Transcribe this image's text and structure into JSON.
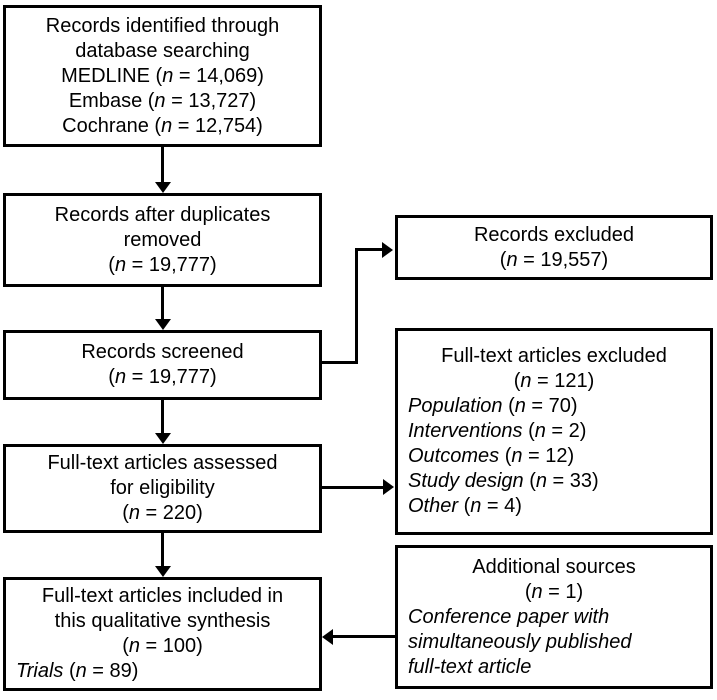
{
  "colors": {
    "line": "#000000",
    "text": "#000000",
    "background": "#ffffff"
  },
  "boxes": {
    "identified": {
      "plain": [
        "Records identified through",
        "database searching"
      ],
      "counts": [
        {
          "pre": "MEDLINE (",
          "n": "n",
          "post": " = 14,069)"
        },
        {
          "pre": "Embase (",
          "n": "n",
          "post": " = 13,727)"
        },
        {
          "pre": "Cochrane (",
          "n": "n",
          "post": " = 12,754)"
        }
      ]
    },
    "duplicates": {
      "plain": [
        "Records after duplicates",
        "removed"
      ],
      "count": {
        "pre": "(",
        "n": "n",
        "post": " = 19,777)"
      }
    },
    "screened": {
      "plain": [
        "Records screened"
      ],
      "count": {
        "pre": "(",
        "n": "n",
        "post": " = 19,777)"
      }
    },
    "assessed": {
      "plain": [
        "Full-text articles assessed",
        "for eligibility"
      ],
      "count": {
        "pre": "(",
        "n": "n",
        "post": " = 220)"
      }
    },
    "included": {
      "plain": [
        "Full-text articles included in",
        "this qualitative synthesis"
      ],
      "count": {
        "pre": "(",
        "n": "n",
        "post": " = 100)"
      },
      "detail": {
        "cat": "Trials",
        "pre": " (",
        "n": "n",
        "post": " = 89)"
      }
    },
    "records_excluded": {
      "plain": [
        "Records excluded"
      ],
      "count": {
        "pre": "(",
        "n": "n",
        "post": " = 19,557)"
      }
    },
    "fulltext_excluded": {
      "plain": [
        "Full-text articles excluded"
      ],
      "count": {
        "pre": "(",
        "n": "n",
        "post": " = 121)"
      },
      "reasons": [
        {
          "cat": "Population",
          "pre": " (",
          "n": "n",
          "post": " = 70)"
        },
        {
          "cat": "Interventions",
          "pre": " (",
          "n": "n",
          "post": " = 2)"
        },
        {
          "cat": "Outcomes",
          "pre": " (",
          "n": "n",
          "post": " = 12)"
        },
        {
          "cat": "Study design",
          "pre": " (",
          "n": "n",
          "post": " = 33)"
        },
        {
          "cat": "Other",
          "pre": " (",
          "n": "n",
          "post": " = 4)"
        }
      ]
    },
    "additional": {
      "plain": [
        "Additional sources"
      ],
      "count": {
        "pre": "(",
        "n": "n",
        "post": " = 1)"
      },
      "note": [
        "Conference paper with",
        "simultaneously published",
        "full-text article"
      ]
    }
  }
}
